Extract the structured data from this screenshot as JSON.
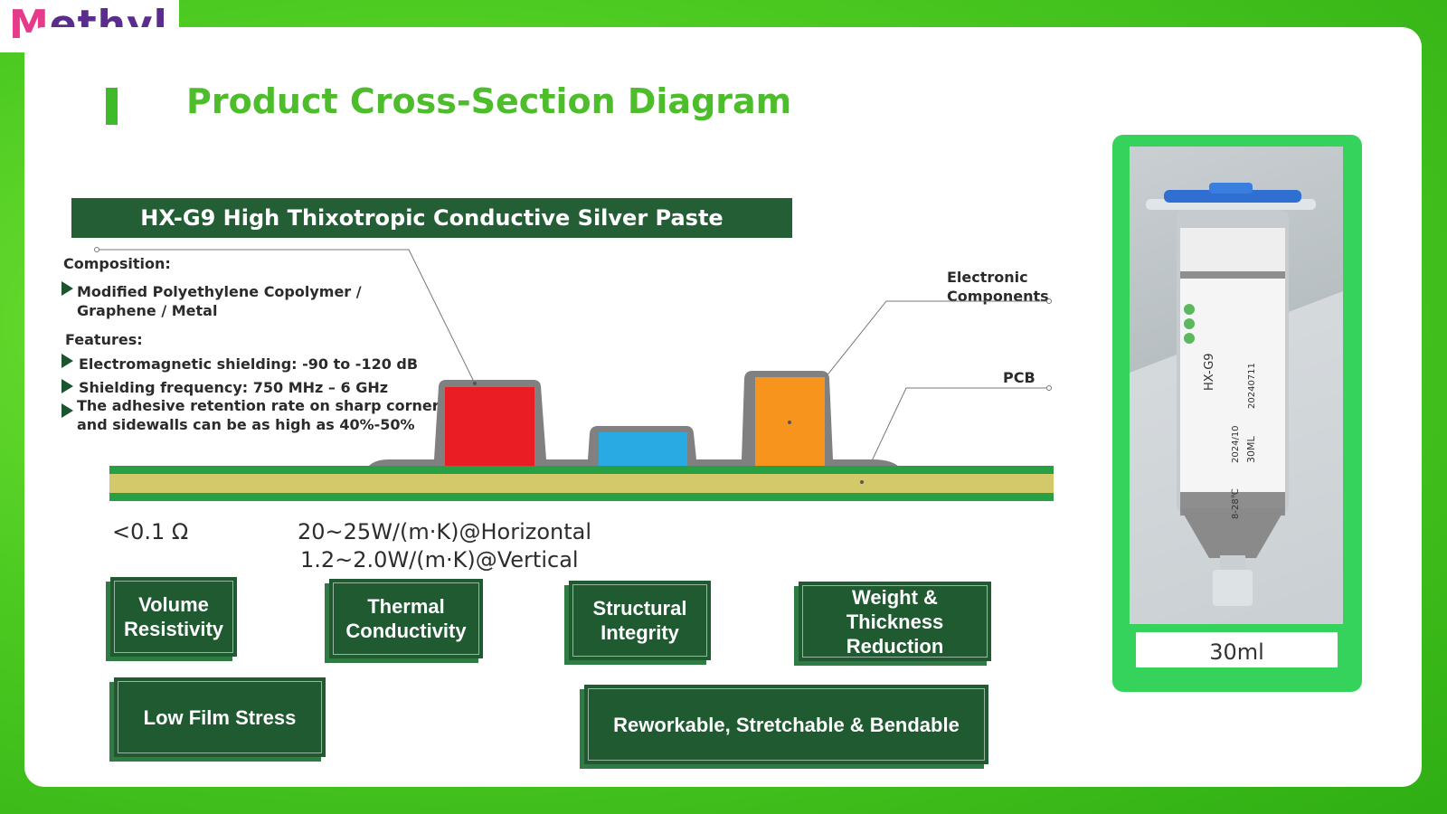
{
  "logo": "Methyl",
  "title": "Product Cross-Section Diagram",
  "product_name": "HX-G9 High Thixotropic Conductive Silver Paste",
  "composition": {
    "heading": "Composition:",
    "lines": [
      "Modified Polyethylene Copolymer /",
      "Graphene / Metal"
    ]
  },
  "features": {
    "heading": "Features:",
    "items": [
      "Electromagnetic shielding: -90 to -120 dB",
      "Shielding frequency: 750 MHz – 6 GHz",
      "The adhesive retention rate on sharp corners",
      "and sidewalls can be as high as 40%-50%"
    ]
  },
  "diagram_labels": {
    "electronic_1": "Electronic",
    "electronic_2": "Components",
    "pcb": "PCB"
  },
  "metrics": {
    "resistivity": "<0.1 Ω",
    "thermal_h": "20~25W/(m·K)@Horizontal",
    "thermal_v": "1.2~2.0W/(m·K)@Vertical"
  },
  "properties": {
    "volume_1": "Volume",
    "volume_2": "Resistivity",
    "thermal_1": "Thermal",
    "thermal_2": "Conductivity",
    "structural_1": "Structural",
    "structural_2": "Integrity",
    "weight_1": "Weight &",
    "weight_2": "Thickness",
    "weight_3": "Reduction",
    "low_film": "Low Film Stress",
    "reworkable": "Reworkable, Stretchable & Bendable"
  },
  "syringe": {
    "model": "HX-G9",
    "volume_print": "30ML",
    "date_1": "2024/10",
    "date_2": "20240711",
    "temp": "8-28℃"
  },
  "volume_label": "30ml",
  "colors": {
    "accent_green": "#4ebd2c",
    "dark_green": "#1f5a30",
    "pcb_core": "#d3c96a",
    "component_red": "#ea1c24",
    "component_blue": "#2aaae2",
    "component_orange": "#f7941d",
    "coating_gray": "#808080"
  }
}
